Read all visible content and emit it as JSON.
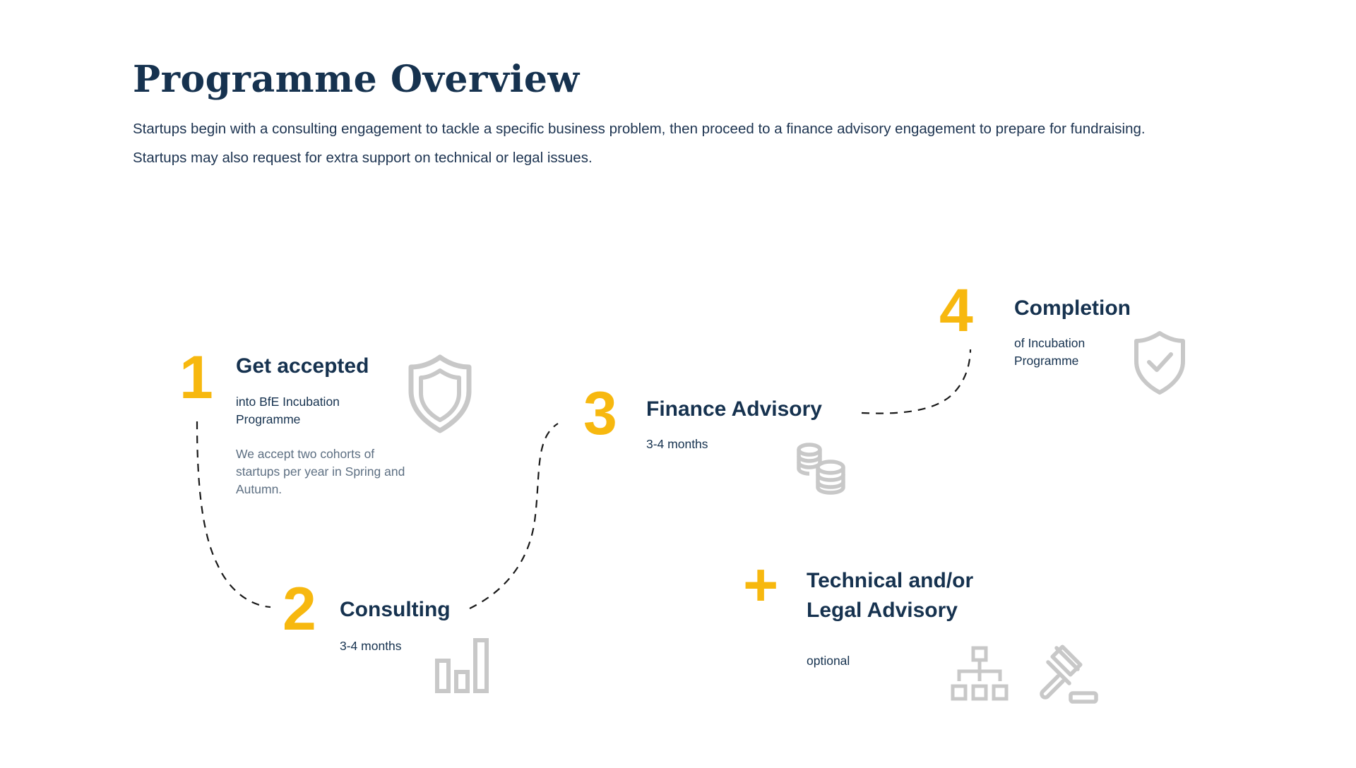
{
  "header": {
    "title": "Programme Overview",
    "description": "Startups begin with a consulting engagement to tackle a specific business problem, then proceed to a finance advisory engagement to prepare for fundraising. Startups may also request for extra support on technical or legal issues."
  },
  "steps": [
    {
      "number": "1",
      "title": "Get accepted",
      "subtitle": "into BfE Incubation Programme",
      "description": "We accept two cohorts of startups per year in Spring and Autumn.",
      "icon": "shield-icon"
    },
    {
      "number": "2",
      "title": "Consulting",
      "subtitle": "3-4 months",
      "icon": "bar-chart-icon"
    },
    {
      "number": "3",
      "title": "Finance Advisory",
      "subtitle": "3-4 months",
      "icon": "coins-icon"
    },
    {
      "number": "4",
      "title": "Completion",
      "subtitle": "of Incubation Programme",
      "icon": "shield-check-icon"
    }
  ],
  "extra": {
    "symbol": "+",
    "title_line1": "Technical and/or",
    "title_line2": "Legal Advisory",
    "subtitle": "optional",
    "icons": [
      "org-chart-icon",
      "gavel-icon"
    ]
  },
  "colors": {
    "accent": "#f7b80f",
    "heading": "#16324f",
    "icon_gray": "#c8c8c8",
    "muted_text": "#5d6f82"
  }
}
